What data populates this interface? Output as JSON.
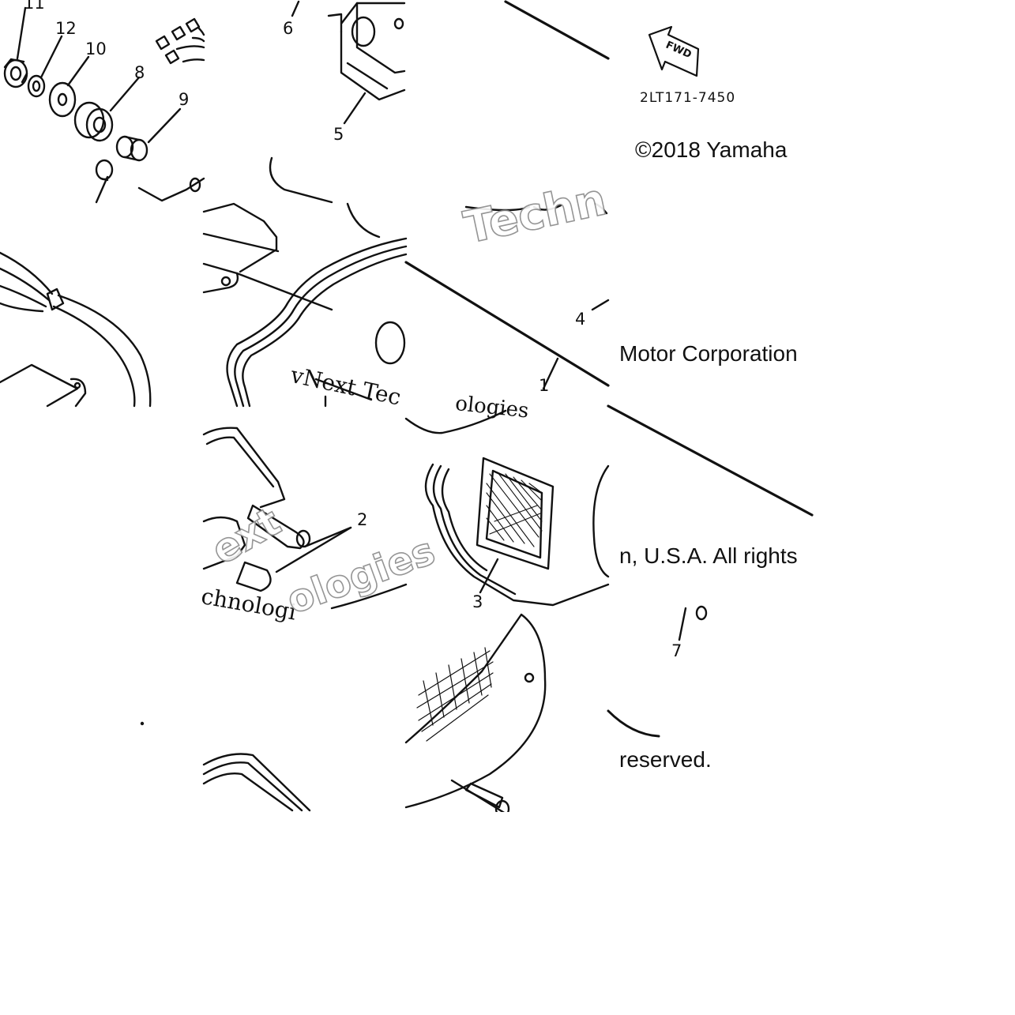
{
  "diagram": {
    "part_number": "2LT171-7450",
    "fwd_label": "FWD",
    "callouts": [
      "11",
      "12",
      "10",
      "8",
      "9",
      "6",
      "5",
      "4",
      "1",
      "2",
      "3",
      "7"
    ],
    "copyright": {
      "line1": "©2018 Yamaha",
      "line2": "Motor Corporation",
      "line3": "n, U.S.A. All rights",
      "line4": "reserved."
    },
    "watermarks": [
      "Techn",
      "vNext Tec",
      "ologies",
      "ext",
      "chnologi",
      "ologies"
    ]
  },
  "colors": {
    "ink": "#111111",
    "background": "#ffffff",
    "watermark_outline": "#8a8a8a"
  }
}
